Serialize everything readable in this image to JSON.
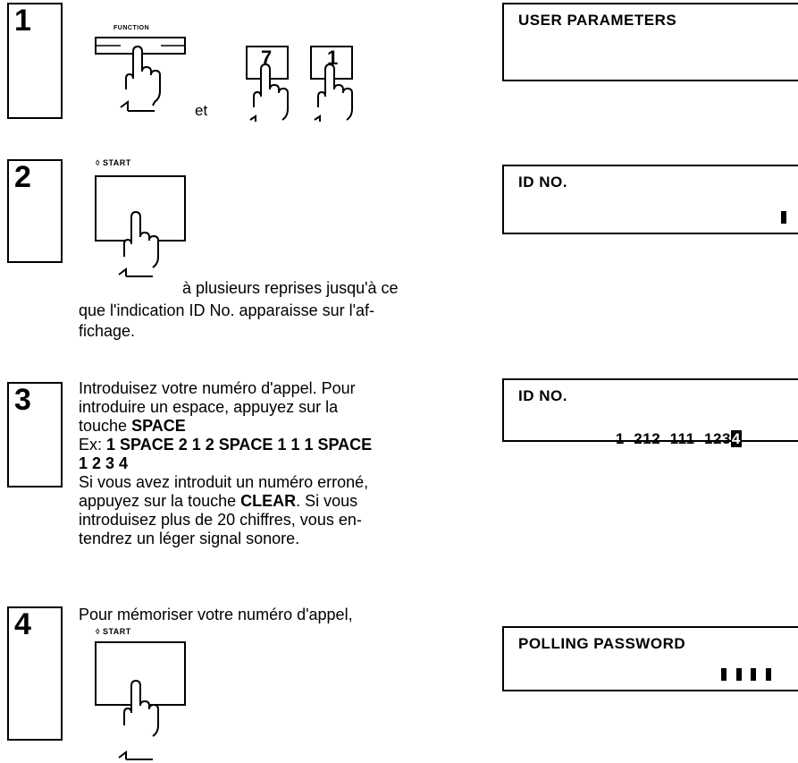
{
  "steps": [
    {
      "number": "1",
      "function_label": "FUNCTION",
      "connector": "et",
      "keys": [
        "7",
        "1"
      ],
      "lcd": {
        "line1": "USER PARAMETERS",
        "line2": ""
      }
    },
    {
      "number": "2",
      "start_label": "◊ START",
      "text_a": "à plusieurs reprises jusqu'à ce",
      "text_b": "que l'indication ID No. apparaisse sur l'af-",
      "text_c": "fichage.",
      "lcd": {
        "line1": "ID NO."
      }
    },
    {
      "number": "3",
      "text": [
        "Introduisez votre numéro d'appel. Pour",
        "introduire un espace, appuyez sur la",
        "touche"
      ],
      "space_key": "SPACE",
      "ex_prefix": "Ex:",
      "ex_bold": "1 SPACE 2 1 2 SPACE 1 1 1 SPACE",
      "ex_bold2": "1 2 3 4",
      "text2_a": "Si vous avez introduit un numéro erroné,",
      "text2_b_pre": "appuyez sur la touche",
      "clear_key": "CLEAR",
      "text2_b_post": ". Si vous",
      "text2_c": "introduisez plus de 20 chiffres, vous en-",
      "text2_d": "tendrez un léger signal sonore.",
      "lcd": {
        "line1": "ID NO.",
        "line2": "1  212  111  123",
        "line2_cursor": "4"
      }
    },
    {
      "number": "4",
      "text": "Pour mémoriser votre numéro d'appel,",
      "start_label": "◊ START",
      "lcd": {
        "line1": "POLLING PASSWORD"
      }
    }
  ]
}
